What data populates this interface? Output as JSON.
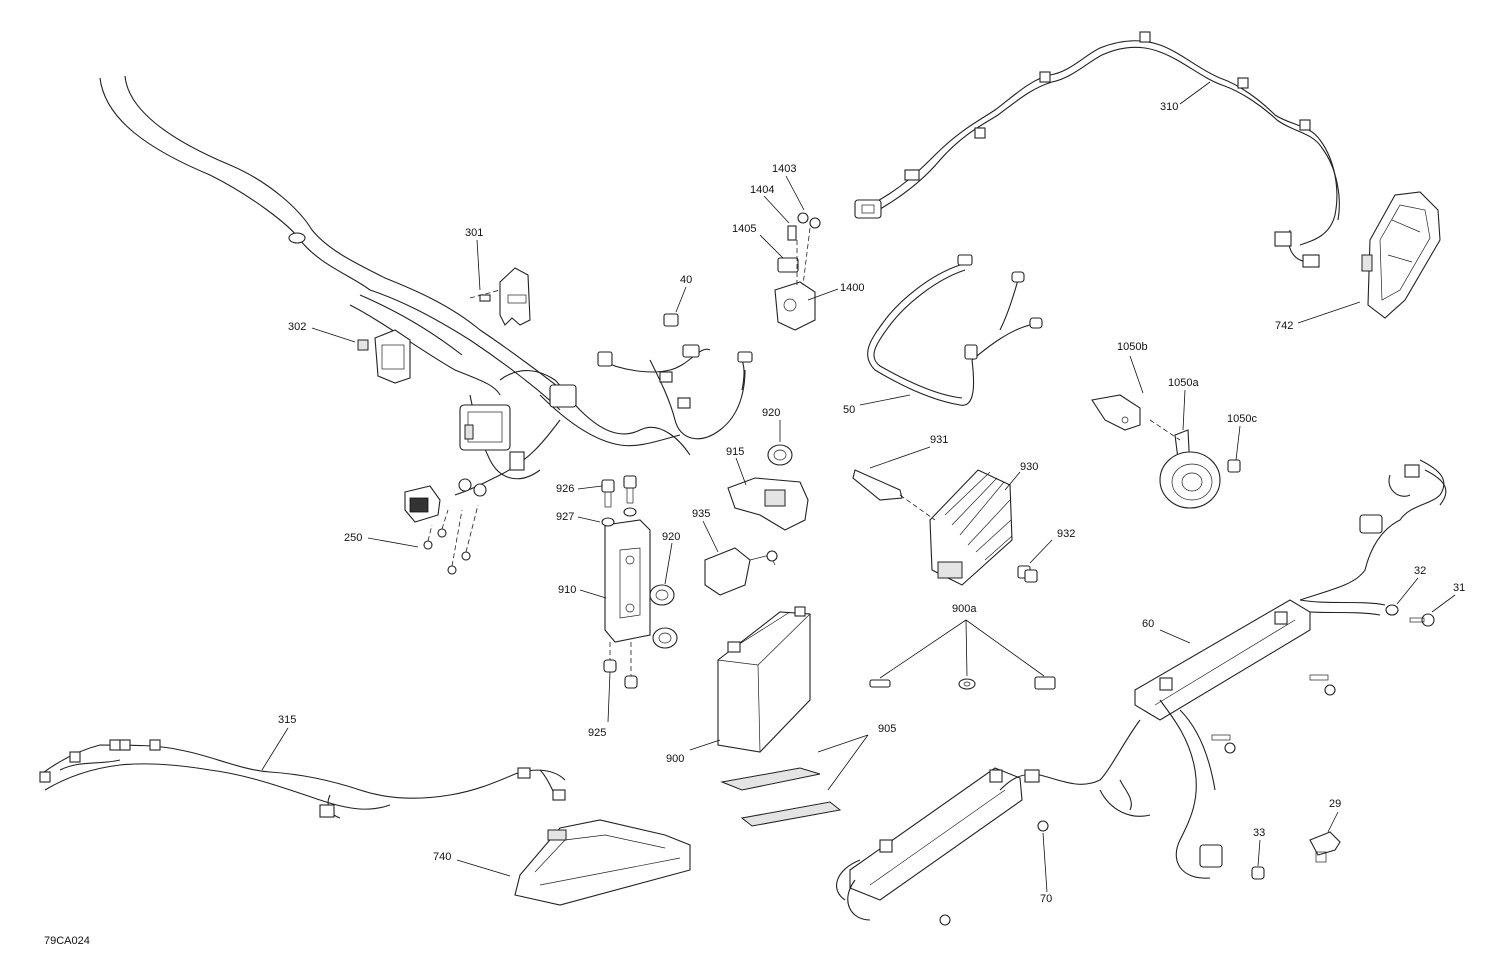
{
  "diagram": {
    "reference_code": "79CA024",
    "part_labels": {
      "p301": "301",
      "p302": "302",
      "p250": "250",
      "p40": "40",
      "p1403": "1403",
      "p1404": "1404",
      "p1405": "1405",
      "p1400": "1400",
      "p310": "310",
      "p742": "742",
      "p50": "50",
      "p1050b": "1050b",
      "p1050a": "1050a",
      "p1050c": "1050c",
      "p920a": "920",
      "p915": "915",
      "p926": "926",
      "p927": "927",
      "p935": "935",
      "p920b": "920",
      "p910": "910",
      "p931": "931",
      "p930": "930",
      "p932": "932",
      "p900a": "900a",
      "p32": "32",
      "p31": "31",
      "p60": "60",
      "p925": "925",
      "p900": "900",
      "p905": "905",
      "p315": "315",
      "p740": "740",
      "p29": "29",
      "p33": "33",
      "p70": "70"
    }
  }
}
